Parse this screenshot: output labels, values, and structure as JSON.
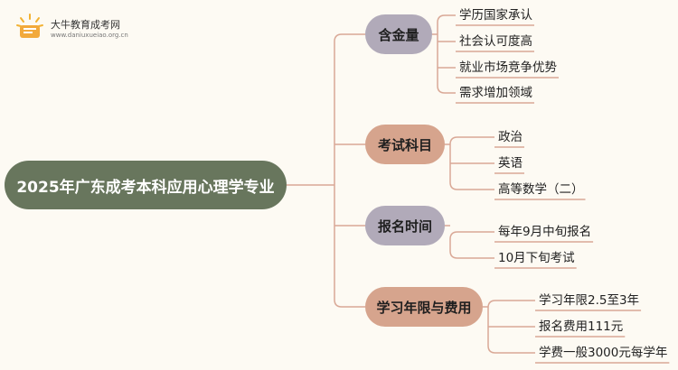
{
  "watermark": {
    "site_name": "大牛教育成考网",
    "url": "www.daniuxueiao.org.cn"
  },
  "root": {
    "label": "2025年广东成考本科应用心理学专业"
  },
  "colors": {
    "root": "#68765d",
    "branch_gray": "#b1aab9",
    "branch_salmon": "#d6a48d",
    "connector": "#d9a896"
  },
  "branches": [
    {
      "label": "含金量",
      "color": "#b1aab9",
      "leaves": [
        "学历国家承认",
        "社会认可度高",
        "就业市场竞争优势",
        "需求增加领域"
      ]
    },
    {
      "label": "考试科目",
      "color": "#d6a48d",
      "leaves": [
        "政治",
        "英语",
        "高等数学（二）"
      ]
    },
    {
      "label": "报名时间",
      "color": "#b1aab9",
      "leaves": [
        "每年9月中旬报名",
        "10月下旬考试"
      ]
    },
    {
      "label": "学习年限与费用",
      "color": "#d6a48d",
      "leaves": [
        "学习年限2.5至3年",
        "报名费用111元",
        "学费一般3000元每学年"
      ]
    }
  ]
}
